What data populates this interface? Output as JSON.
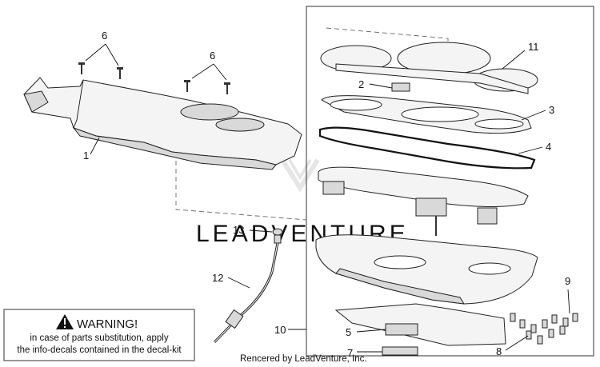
{
  "diagram": {
    "callouts": {
      "c1": "1",
      "c3": "3",
      "c4": "4",
      "c5": "5",
      "c6a": "6",
      "c6b": "6",
      "c7": "7",
      "c8": "8",
      "c9": "9",
      "c10": "10",
      "c11": "11",
      "c12": "12",
      "c13": "13",
      "c2": "2"
    },
    "warning": {
      "icon": "warning-triangle-icon",
      "title": "WARNING!",
      "line1": "in case of parts substitution, apply",
      "line2": "the info-decals contained in the decal-kit"
    },
    "watermark": "LEADVENTURE",
    "footer": "Rencered by LeadVenture, Inc."
  }
}
